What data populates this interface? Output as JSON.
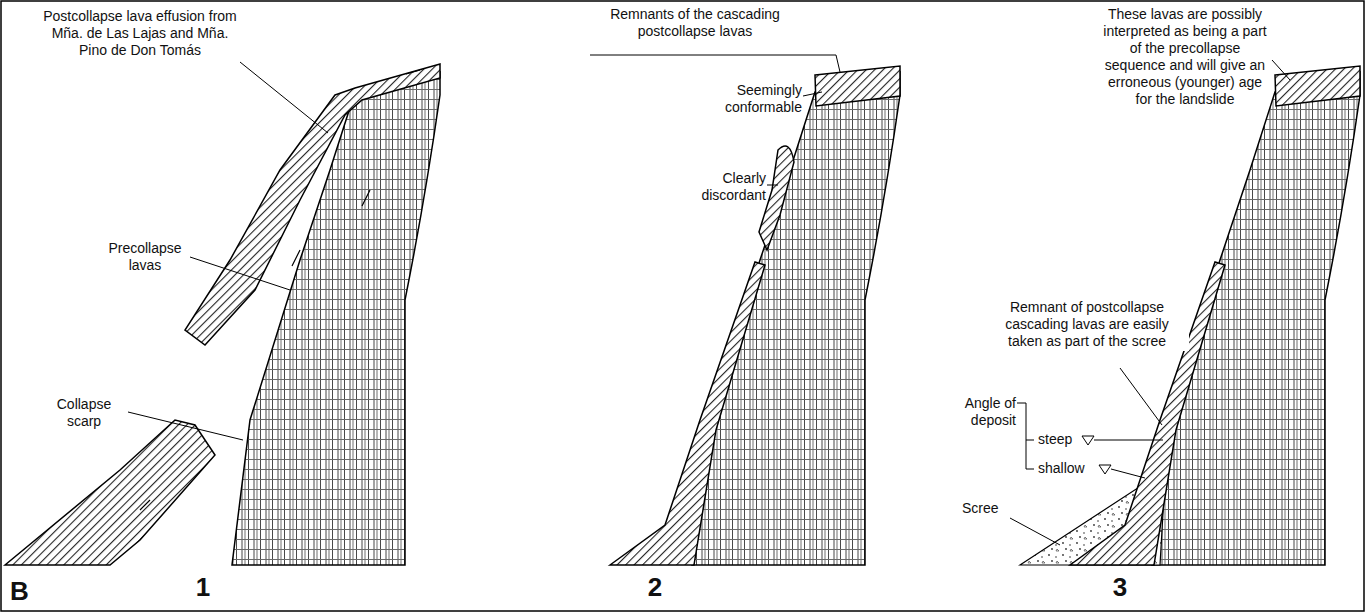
{
  "diagram": {
    "labels": [
      "Postcollapse lava effusion from Mña. de Las Lajas and Mña. Pino de Don Tomás",
      "Precollapse lavas",
      "Collapse scarp",
      "Remnants of the cascading postcollapse lavas",
      "Seemingly conformable",
      "Clearly discordant",
      "These lavas are possibly interpreted as being a part of the precollapse sequence and will give an erroneous (younger) age for the landslide",
      "Remnant of postcollapse cascading lavas are easily taken as part of the scree",
      "Angle of deposit",
      "steep",
      "shallow",
      "Scree",
      "B",
      "1",
      "2",
      "3"
    ]
  }
}
